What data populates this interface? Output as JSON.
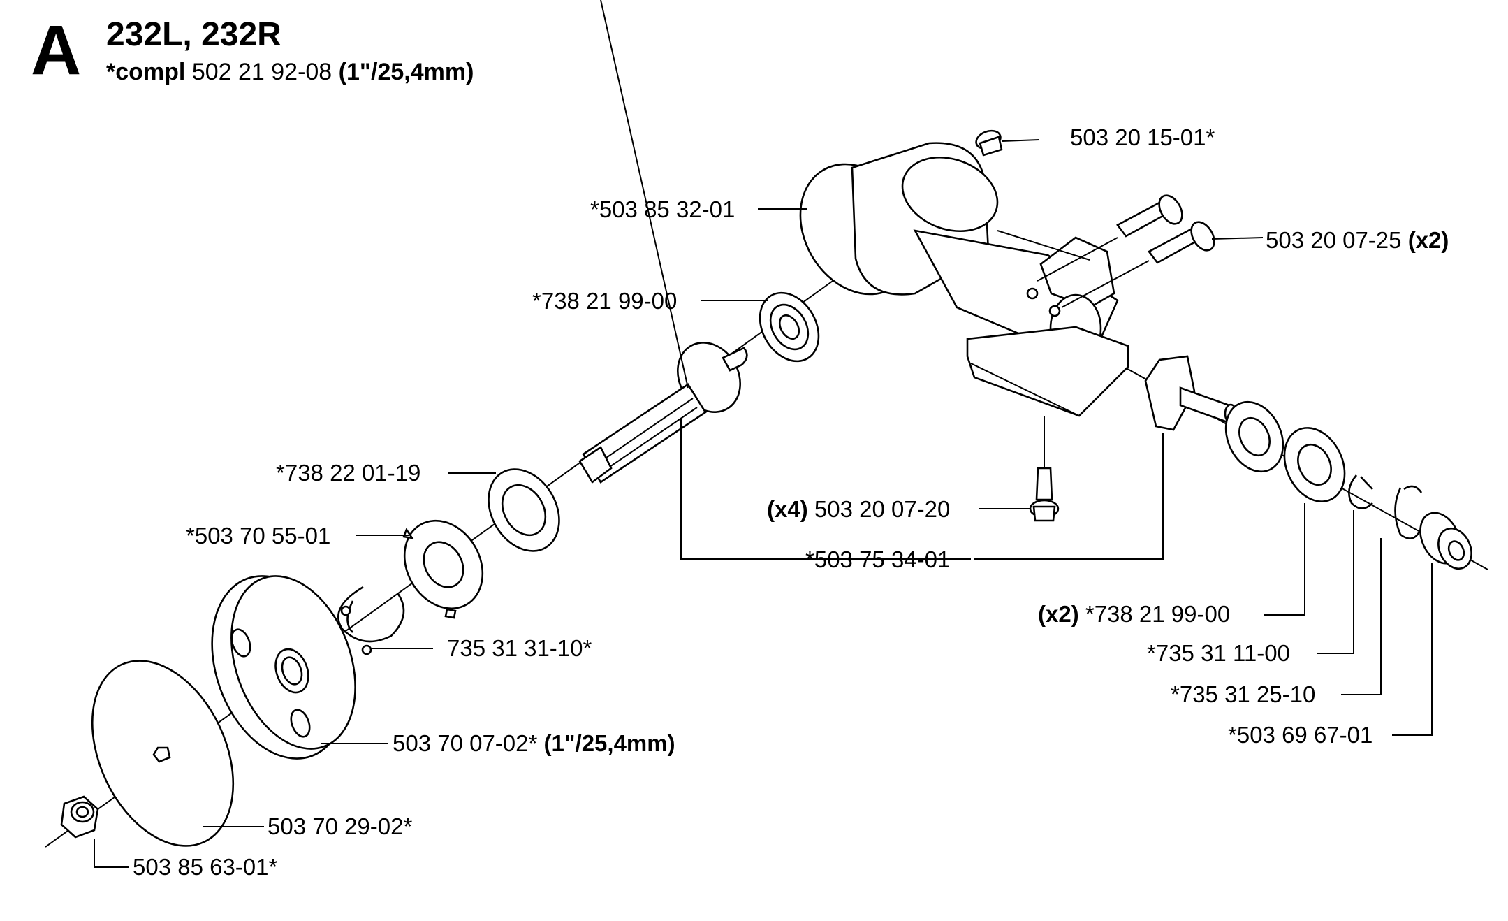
{
  "header": {
    "letter": "A",
    "title": "232L, 232R",
    "subtitle_prefix": "*compl",
    "subtitle_number": "502 21 92-08",
    "subtitle_size": "(1\"/25,4mm)"
  },
  "labels": {
    "p_503_20_15_01": "503 20 15-01*",
    "p_503_85_32_01": "*503 85 32-01",
    "p_503_20_07_25": "503 20 07-25",
    "p_503_20_07_25_qty": "(x2)",
    "p_738_21_99_00_a": "*738 21 99-00",
    "p_738_22_01_19": "*738 22 01-19",
    "p_503_70_55_01": "*503 70 55-01",
    "p_503_20_07_20_qty": "(x4)",
    "p_503_20_07_20": "503 20 07-20",
    "p_503_75_34_01": "*503 75 34-01",
    "p_738_21_99_00_b_qty": "(x2)",
    "p_738_21_99_00_b": "*738 21 99-00",
    "p_735_31_31_10": "735 31 31-10*",
    "p_735_31_11_00": "*735 31 11-00",
    "p_735_31_25_10": "*735 31 25-10",
    "p_503_69_67_01": "*503 69 67-01",
    "p_503_70_07_02": "503 70 07-02*",
    "p_503_70_07_02_size": "(1\"/25,4mm)",
    "p_503_70_29_02": "503 70 29-02*",
    "p_503_85_63_01": "503 85 63-01*"
  }
}
